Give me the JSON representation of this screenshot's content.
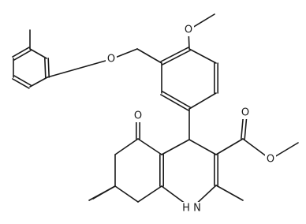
{
  "molecule": {
    "atom_labels": {
      "o_ether": "O",
      "o_methoxy": "O",
      "o_ketone": "O",
      "o_carbonyl": "O",
      "o_ester": "O",
      "nh": "H N"
    }
  }
}
